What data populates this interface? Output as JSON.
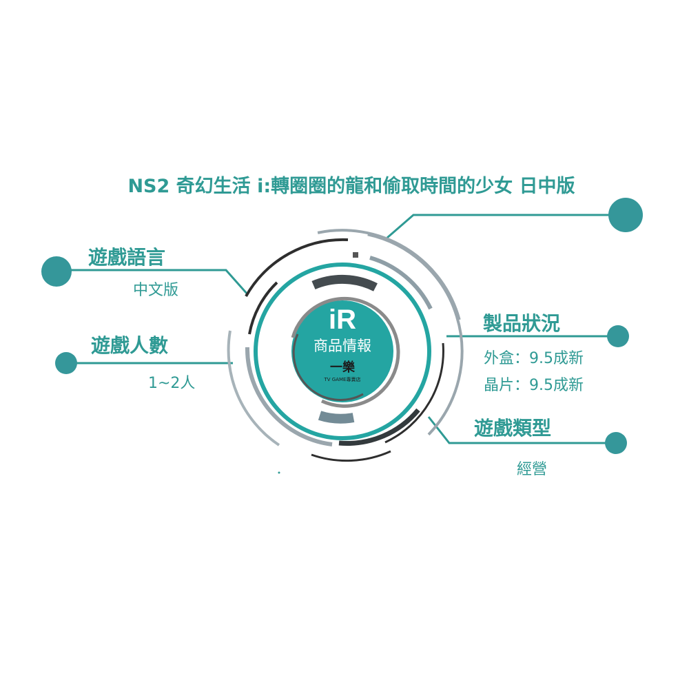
{
  "title": "NS2 奇幻生活 i:轉圈圈的龍和偷取時間的少女 日中版",
  "center": {
    "logo": "iR",
    "label": "商品情報",
    "brand": "一樂",
    "subtitle": "TV GAME專賣店"
  },
  "sections": {
    "language": {
      "heading": "遊戲語言",
      "value": "中文版"
    },
    "players": {
      "heading": "遊戲人數",
      "value": "1~2人"
    },
    "condition": {
      "heading": "製品狀況",
      "values": [
        "外盒：9.5成新",
        "晶片：9.5成新"
      ]
    },
    "genre": {
      "heading": "遊戲類型",
      "value": "經營"
    }
  },
  "colors": {
    "accent": "#2f9a94",
    "disc": "#24a5a2",
    "dark": "#333a3d",
    "gray": "#9aa6ad"
  }
}
